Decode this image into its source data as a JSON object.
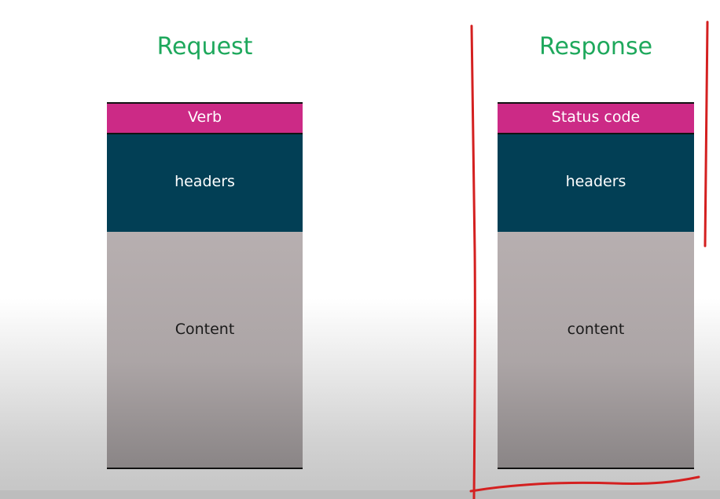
{
  "request": {
    "title": "Request",
    "verb_label": "Verb",
    "headers_label": "headers",
    "content_label": "Content"
  },
  "response": {
    "title": "Response",
    "status_label": "Status code",
    "headers_label": "headers",
    "content_label": "content"
  },
  "colors": {
    "title": "#1ea85c",
    "top_segment": "#cc2a86",
    "headers_segment": "#023f55",
    "content_segment": "#aca5a6",
    "annotation_ink": "#d42020"
  }
}
